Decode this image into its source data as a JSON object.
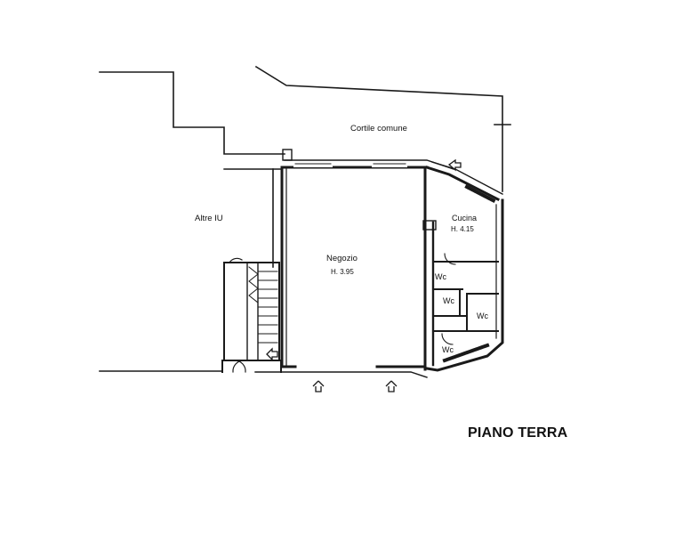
{
  "rooms": {
    "cortile": "Cortile comune",
    "altre": "Altre IU",
    "negozio_name": "Negozio",
    "negozio_height": "H. 3.95",
    "cucina_name": "Cucina",
    "cucina_height": "H. 4.15",
    "wc_1": "Wc",
    "wc_2": "Wc",
    "wc_3": "Wc",
    "wc_4": "Wc"
  },
  "floor_title": "PIANO TERRA"
}
